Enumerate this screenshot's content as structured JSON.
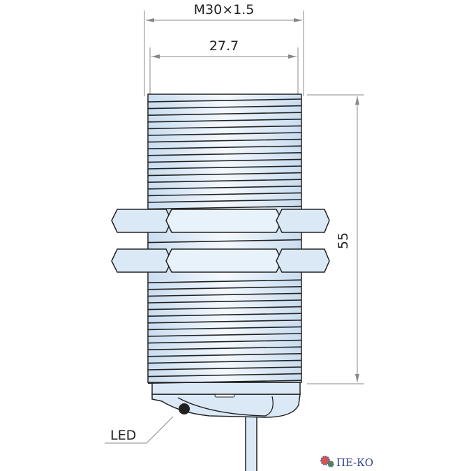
{
  "dimensions": {
    "thread": "M30×1.5",
    "inner_diameter": "27.7",
    "length": "55"
  },
  "labels": {
    "led": "LED"
  },
  "logo": {
    "text": "ПЕ-КО"
  },
  "colors": {
    "body_fill": "#dbe9f7",
    "outline": "#222222",
    "dimension_line": "#888888",
    "logo": "#2c3f8c"
  }
}
